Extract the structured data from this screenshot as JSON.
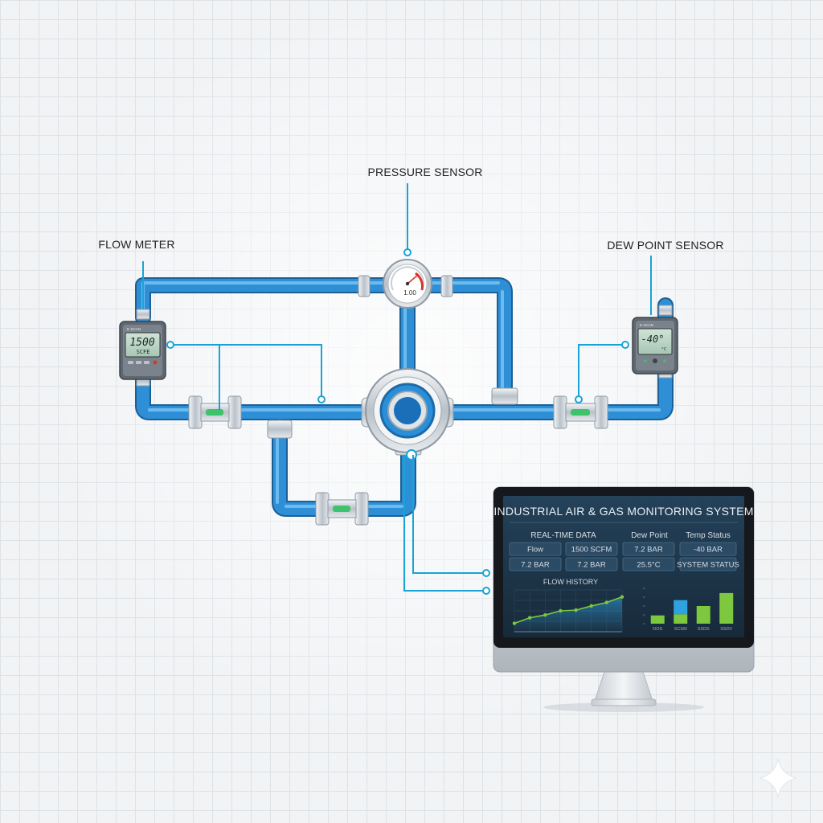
{
  "labels": {
    "pressure_sensor": "PRESSURE SENSOR",
    "flow_meter": "FLOW METER",
    "dew_point_sensor": "DEW POINT SENSOR"
  },
  "flow_meter_display": {
    "brand": "E·SCAN",
    "value": "1500",
    "unit": "SCFE"
  },
  "dew_point_display": {
    "brand": "E·SCAN",
    "value": "-40°",
    "sub": "°C"
  },
  "pressure_gauge": {
    "value": "1.00"
  },
  "monitor": {
    "title": "INDUSTRIAL AIR & GAS MONITORING SYSTEM",
    "headers": [
      "REAL-TIME DATA",
      "Dew Point",
      "Temp Status"
    ],
    "rows": [
      [
        "Flow",
        "1500 SCFM",
        "7.2 BAR",
        "-40 BAR"
      ],
      [
        "7.2 BAR",
        "7.2 BAR",
        "25.5°C",
        "SYSTEM STATUS"
      ]
    ],
    "flow_history_label": "FLOW HISTORY",
    "bar_labels": [
      "DOS",
      "SCSM",
      "SSDS",
      "SSDV"
    ]
  },
  "colors": {
    "pipe": "#2f8fd6",
    "pipe_dark": "#1f6fb0",
    "connector": "#19a3d6",
    "screen_bg": "#1e3346",
    "accent_green": "#7dc83e",
    "accent_blue": "#2fa3e0"
  },
  "chart_data": [
    {
      "type": "line",
      "title": "FLOW HISTORY",
      "x": [
        1,
        2,
        3,
        4,
        5,
        6,
        7,
        8
      ],
      "series": [
        {
          "values": [
            12,
            20,
            24,
            30,
            31,
            37,
            42,
            50
          ]
        }
      ],
      "ylim": [
        0,
        60
      ],
      "grid": true
    },
    {
      "type": "bar",
      "categories": [
        "DOS",
        "SCSM",
        "SSDS",
        "SSDV"
      ],
      "series": [
        {
          "values": [
            14,
            16,
            30,
            52
          ]
        },
        {
          "values": [
            0,
            24,
            0,
            0
          ]
        }
      ],
      "ylim": [
        0,
        60
      ],
      "stacked": true
    }
  ]
}
